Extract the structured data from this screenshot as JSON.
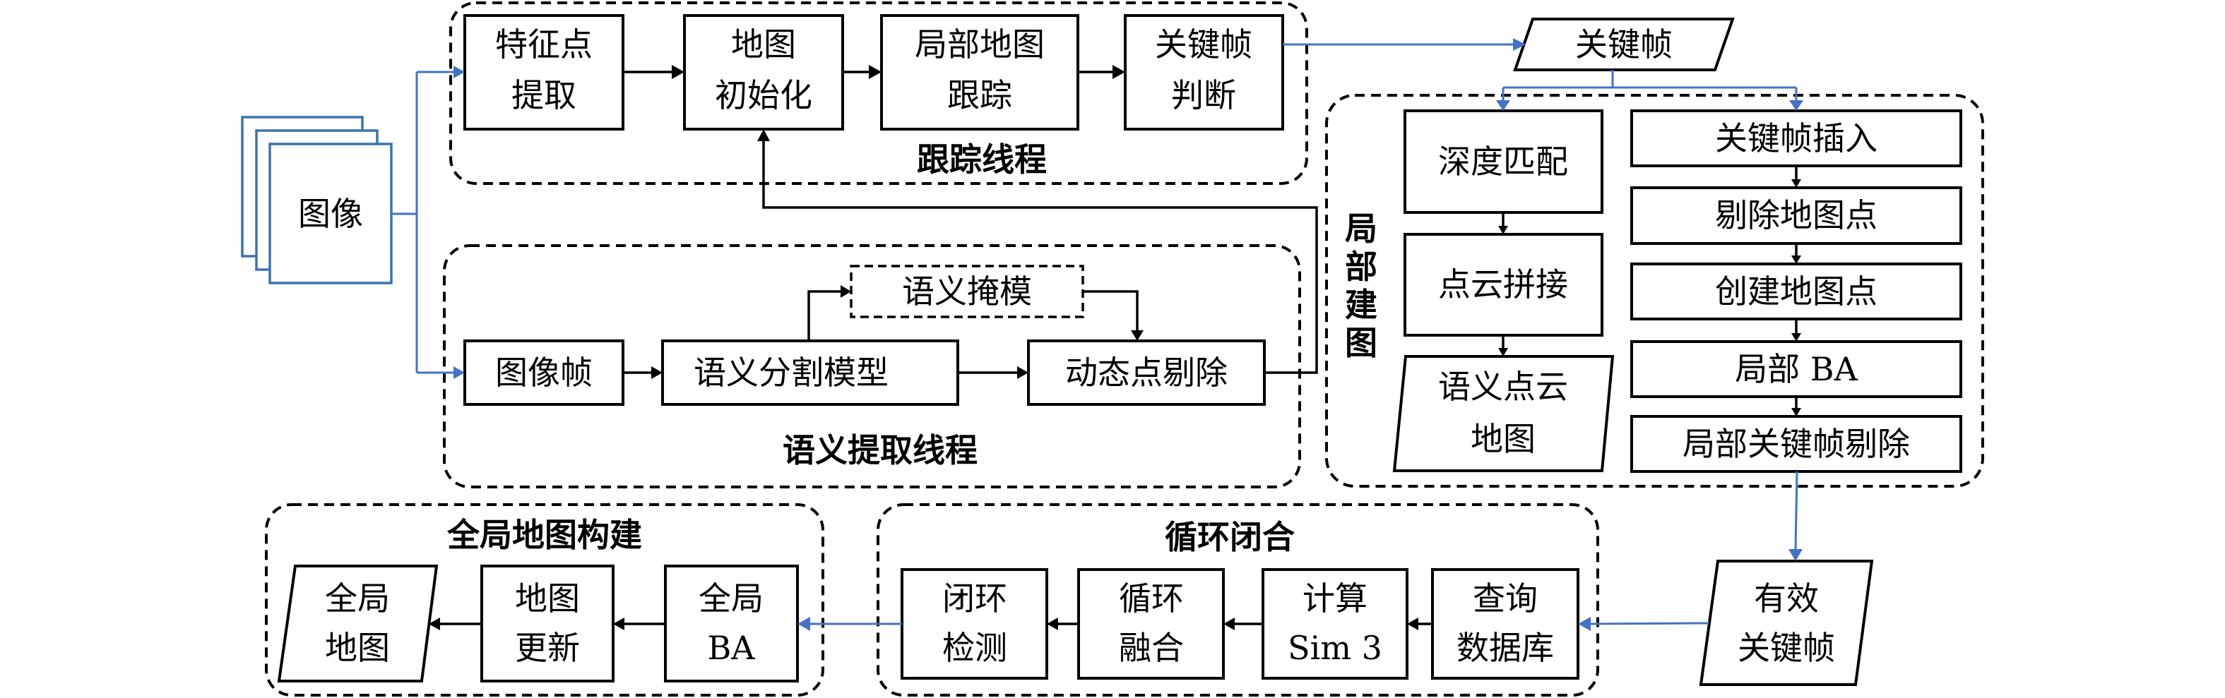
{
  "input": {
    "label": "图像"
  },
  "tracking_thread": {
    "title": "跟踪线程",
    "nodes": [
      {
        "lines": [
          "特征点",
          "提取"
        ]
      },
      {
        "lines": [
          "地图",
          "初始化"
        ]
      },
      {
        "lines": [
          "局部地图",
          "跟踪"
        ]
      },
      {
        "lines": [
          "关键帧",
          "判断"
        ]
      }
    ]
  },
  "semantic_thread": {
    "title": "语义提取线程",
    "image_frame": "图像帧",
    "segmentation_model": "语义分割模型",
    "semantic_mask": "语义掩模",
    "dynamic_removal": "动态点剔除"
  },
  "keyframe": {
    "label": "关键帧"
  },
  "local_mapping": {
    "title": "局部建图",
    "title_chars": [
      "局",
      "部",
      "建",
      "图"
    ],
    "left_column": [
      {
        "lines": [
          "深度匹配"
        ]
      },
      {
        "lines": [
          "点云拼接"
        ]
      },
      {
        "lines": [
          "语义点云",
          "地图"
        ]
      }
    ],
    "right_column": [
      {
        "lines": [
          "关键帧插入"
        ]
      },
      {
        "lines": [
          "剔除地图点"
        ]
      },
      {
        "lines": [
          "创建地图点"
        ]
      },
      {
        "lines": [
          "局部 BA"
        ]
      },
      {
        "lines": [
          "局部关键帧剔除"
        ]
      }
    ]
  },
  "valid_keyframe": {
    "lines": [
      "有效",
      "关键帧"
    ]
  },
  "loop_closing": {
    "title": "循环闭合",
    "nodes": [
      {
        "lines": [
          "查询",
          "数据库"
        ]
      },
      {
        "lines": [
          "计算",
          "Sim 3"
        ]
      },
      {
        "lines": [
          "循环",
          "融合"
        ]
      },
      {
        "lines": [
          "闭环",
          "检测"
        ]
      }
    ]
  },
  "global_map": {
    "title": "全局地图构建",
    "nodes": [
      {
        "lines": [
          "全局",
          "BA"
        ]
      },
      {
        "lines": [
          "地图",
          "更新"
        ]
      },
      {
        "lines": [
          "全局",
          "地图"
        ]
      }
    ]
  },
  "colors": {
    "flow_blue": "#4472c4",
    "stack_blue": "#3a73ab",
    "stroke": "#000000"
  }
}
